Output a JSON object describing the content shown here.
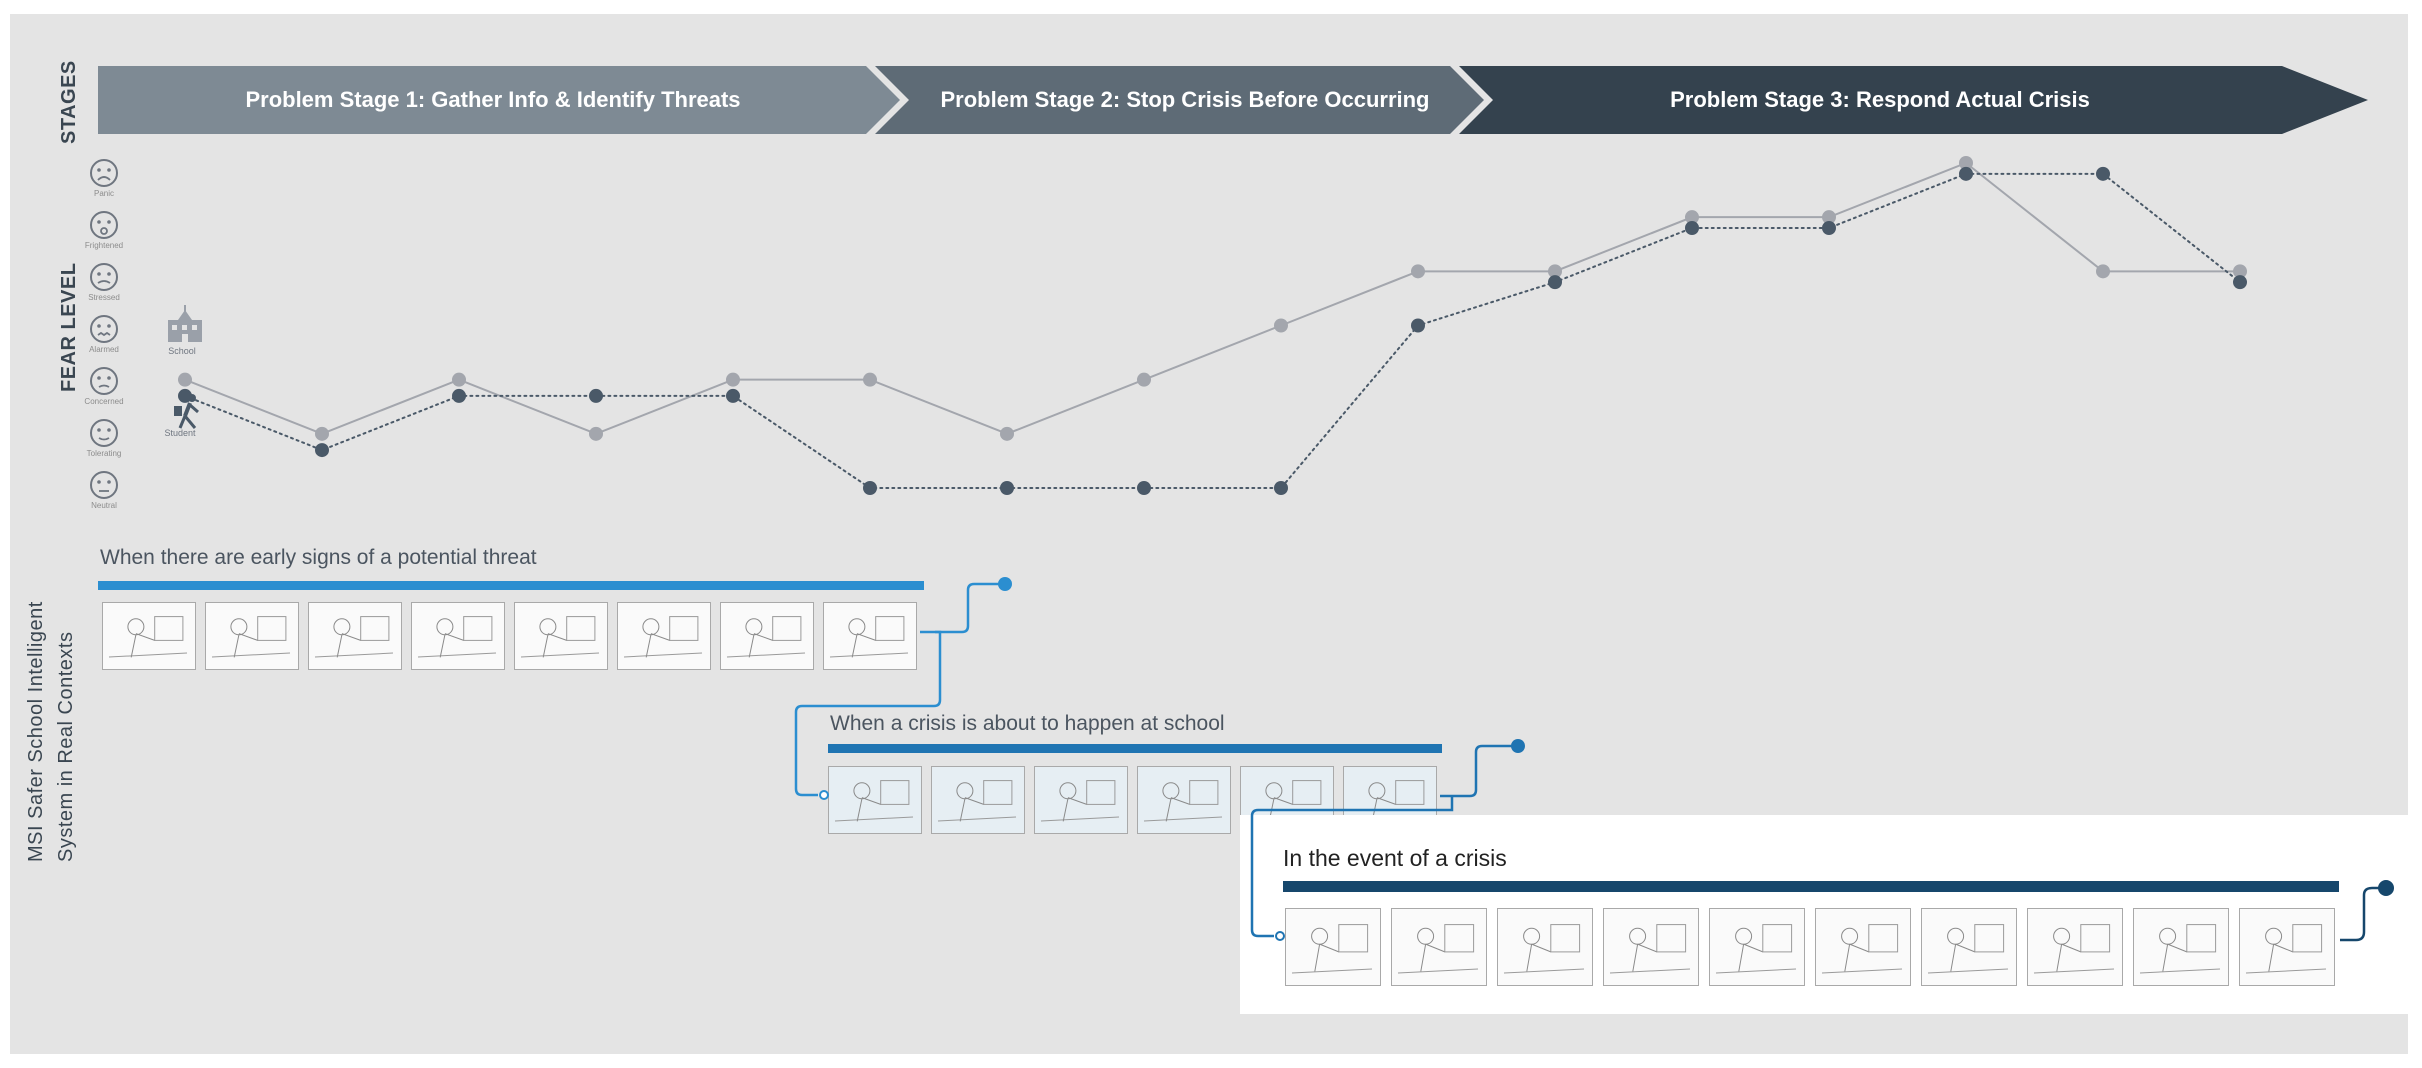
{
  "axis_labels": {
    "stages": "STAGES",
    "fear_level": "FEAR LEVEL",
    "contexts_line1": "MSI Safer School Intelligent",
    "contexts_line2": "System in Real Contexts"
  },
  "stages": [
    {
      "label": "Problem Stage 1:  Gather Info & Identify Threats",
      "color": "#7e8a94"
    },
    {
      "label": "Problem Stage 2:  Stop Crisis Before Occurring",
      "color": "#5e6b76"
    },
    {
      "label": "Problem Stage 3: Respond Actual Crisis",
      "color": "#34424e"
    }
  ],
  "fear_levels": [
    "Panic",
    "Frightened",
    "Stressed",
    "Alarmed",
    "Concerned",
    "Tolerating",
    "Neutral"
  ],
  "legend": {
    "school": "School",
    "student": "Student"
  },
  "chart_data": {
    "type": "line",
    "y_categories": [
      "Neutral",
      "Tolerating",
      "Concerned",
      "Alarmed",
      "Stressed",
      "Frightened",
      "Panic"
    ],
    "x": [
      1,
      2,
      3,
      4,
      5,
      6,
      7,
      8,
      9,
      10,
      11,
      12,
      13,
      14,
      15,
      16
    ],
    "series": [
      {
        "name": "School",
        "color": "#a3a6ad",
        "values": [
          2.0,
          1.0,
          2.0,
          1.0,
          2.0,
          2.0,
          1.0,
          2.0,
          3.0,
          4.0,
          4.0,
          5.0,
          5.0,
          6.0,
          4.0,
          4.0
        ]
      },
      {
        "name": "Student",
        "color": "#4a5968",
        "values": [
          1.7,
          0.7,
          1.7,
          1.7,
          1.7,
          0.0,
          0.0,
          0.0,
          0.0,
          3.0,
          3.8,
          4.8,
          4.8,
          5.8,
          5.8,
          3.8
        ]
      }
    ]
  },
  "contexts": [
    {
      "title": "When there are early signs of a potential threat",
      "color": "#2b8ed0",
      "frames": 8
    },
    {
      "title": "When a crisis is about to happen at school",
      "color": "#1f74b2",
      "frames": 6
    },
    {
      "title": "In the event of a crisis",
      "color": "#16476c",
      "frames": 10
    }
  ]
}
